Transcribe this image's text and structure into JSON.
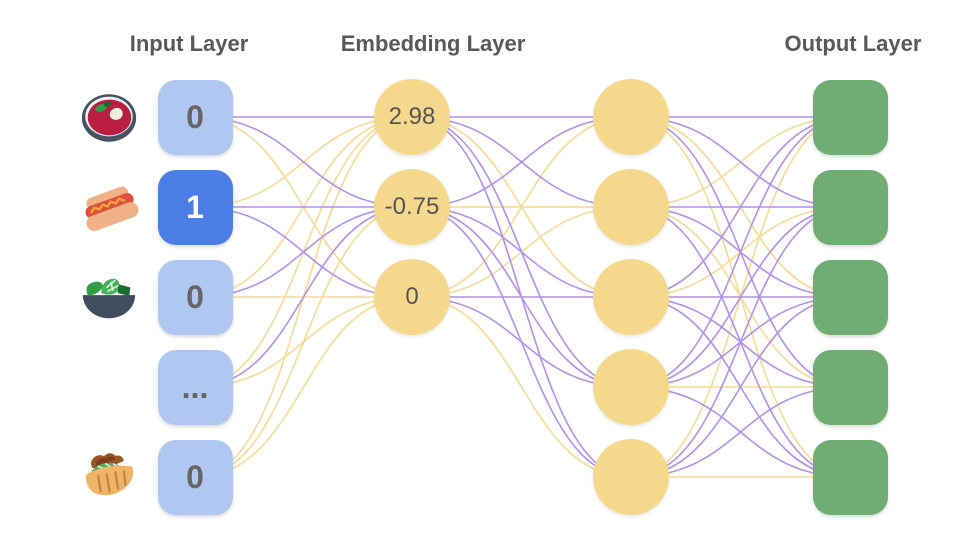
{
  "figure": {
    "headings": {
      "input": "Input Layer",
      "embedding": "Embedding Layer",
      "output": "Output Layer"
    }
  },
  "colors": {
    "input_node": "#b0c7f1",
    "input_node_active": "#4a7de5",
    "embedding_node": "#f6d88d",
    "output_node": "#6fad72",
    "edge_purple": "#b191ea",
    "edge_yellow": "#f6da95",
    "heading_text": "#595959",
    "input_value_text": "#656565",
    "input_value_text_active": "#ffffff",
    "embedding_value_text": "#555555"
  },
  "layers": {
    "input": {
      "nodes": [
        {
          "value": "0",
          "icon": "borscht-bowl",
          "active": false
        },
        {
          "value": "1",
          "icon": "hot-dog",
          "active": true
        },
        {
          "value": "0",
          "icon": "salad-bowl",
          "active": false
        },
        {
          "value": "...",
          "icon": "",
          "active": false
        },
        {
          "value": "0",
          "icon": "stuffed-flatbread",
          "active": false
        }
      ]
    },
    "embedding": {
      "nodes": [
        {
          "value": "2.98"
        },
        {
          "value": "-0.75"
        },
        {
          "value": "0"
        }
      ]
    },
    "hidden": {
      "count": 5
    },
    "output": {
      "count": 5
    }
  },
  "edges": {
    "input_to_embedding": [
      [
        0,
        0,
        "purple"
      ],
      [
        0,
        1,
        "purple"
      ],
      [
        0,
        2,
        "yellow"
      ],
      [
        1,
        0,
        "yellow"
      ],
      [
        1,
        1,
        "purple"
      ],
      [
        1,
        2,
        "purple"
      ],
      [
        2,
        0,
        "yellow"
      ],
      [
        2,
        1,
        "purple"
      ],
      [
        2,
        2,
        "yellow"
      ],
      [
        3,
        0,
        "yellow"
      ],
      [
        3,
        1,
        "purple"
      ],
      [
        3,
        2,
        "yellow"
      ],
      [
        4,
        0,
        "yellow"
      ],
      [
        4,
        1,
        "yellow"
      ],
      [
        4,
        2,
        "yellow"
      ]
    ],
    "embedding_to_hidden": [
      [
        0,
        0,
        "purple"
      ],
      [
        0,
        1,
        "purple"
      ],
      [
        0,
        2,
        "yellow"
      ],
      [
        0,
        3,
        "purple"
      ],
      [
        0,
        4,
        "purple"
      ],
      [
        1,
        0,
        "purple"
      ],
      [
        1,
        1,
        "yellow"
      ],
      [
        1,
        2,
        "purple"
      ],
      [
        1,
        3,
        "purple"
      ],
      [
        1,
        4,
        "purple"
      ],
      [
        2,
        0,
        "yellow"
      ],
      [
        2,
        1,
        "yellow"
      ],
      [
        2,
        2,
        "purple"
      ],
      [
        2,
        3,
        "purple"
      ],
      [
        2,
        4,
        "yellow"
      ]
    ],
    "hidden_to_output": [
      [
        0,
        0,
        "purple"
      ],
      [
        0,
        1,
        "purple"
      ],
      [
        0,
        2,
        "yellow"
      ],
      [
        0,
        3,
        "purple"
      ],
      [
        0,
        4,
        "yellow"
      ],
      [
        1,
        0,
        "yellow"
      ],
      [
        1,
        1,
        "purple"
      ],
      [
        1,
        2,
        "purple"
      ],
      [
        1,
        3,
        "yellow"
      ],
      [
        1,
        4,
        "purple"
      ],
      [
        2,
        0,
        "purple"
      ],
      [
        2,
        1,
        "yellow"
      ],
      [
        2,
        2,
        "purple"
      ],
      [
        2,
        3,
        "purple"
      ],
      [
        2,
        4,
        "purple"
      ],
      [
        3,
        0,
        "purple"
      ],
      [
        3,
        1,
        "purple"
      ],
      [
        3,
        2,
        "purple"
      ],
      [
        3,
        3,
        "yellow"
      ],
      [
        3,
        4,
        "purple"
      ],
      [
        4,
        0,
        "yellow"
      ],
      [
        4,
        1,
        "purple"
      ],
      [
        4,
        2,
        "purple"
      ],
      [
        4,
        3,
        "purple"
      ],
      [
        4,
        4,
        "yellow"
      ]
    ]
  }
}
